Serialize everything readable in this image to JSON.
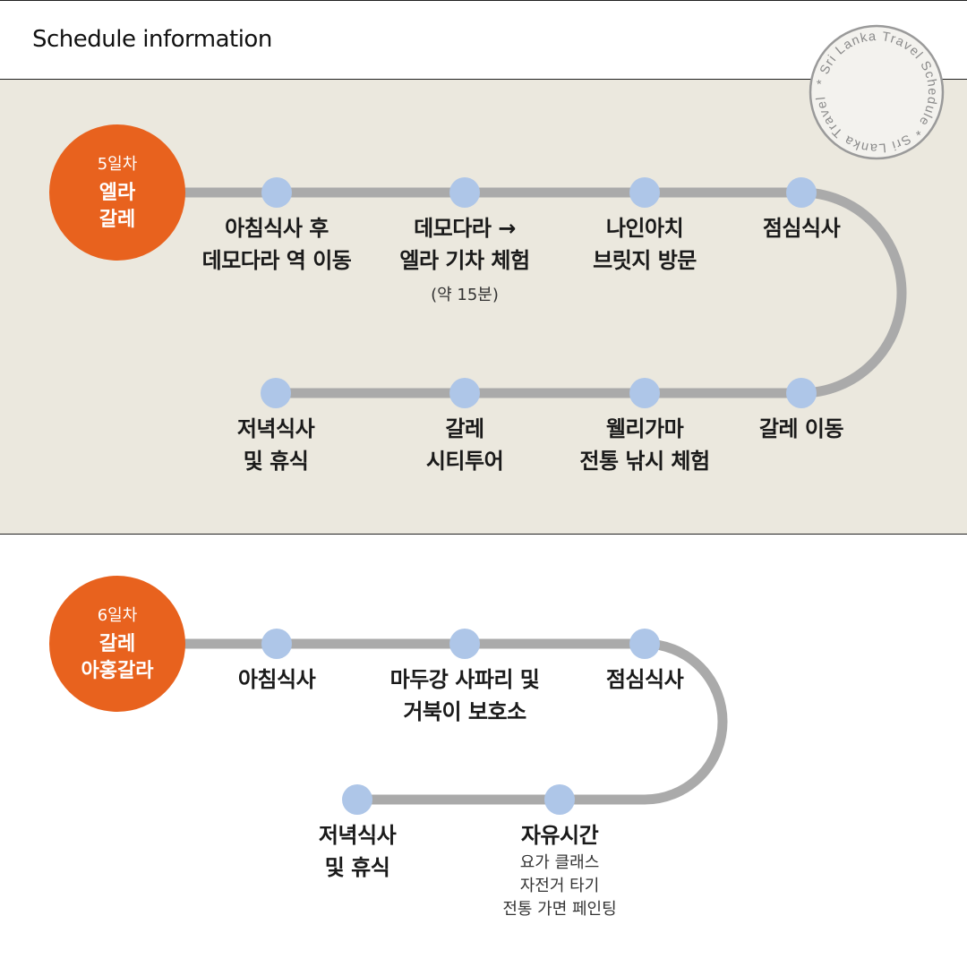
{
  "header": {
    "title": "Schedule information"
  },
  "stamp": {
    "text": "* Sri Lanka Travel Schedule * Sri Lanka Travel"
  },
  "colors": {
    "accent": "#e8621e",
    "node": "#aec6e8",
    "track": "#aaaaaa",
    "band": "#ebe8de"
  },
  "days": [
    {
      "day": "5일차",
      "place_lines": [
        "엘라",
        "갈레"
      ],
      "stops": [
        {
          "lines": [
            "아침식사 후",
            "데모다라 역 이동"
          ]
        },
        {
          "lines": [
            "데모다라 →",
            "엘라 기차 체험"
          ],
          "sub": [
            "(약 15분)"
          ]
        },
        {
          "lines": [
            "나인아치",
            "브릿지 방문"
          ]
        },
        {
          "lines": [
            "점심식사"
          ]
        },
        {
          "lines": [
            "갈레 이동"
          ]
        },
        {
          "lines": [
            "웰리가마",
            "전통 낚시 체험"
          ]
        },
        {
          "lines": [
            "갈레",
            "시티투어"
          ]
        },
        {
          "lines": [
            "저녁식사",
            "및 휴식"
          ]
        }
      ]
    },
    {
      "day": "6일차",
      "place_lines": [
        "갈레",
        "아홍갈라"
      ],
      "stops": [
        {
          "lines": [
            "아침식사"
          ]
        },
        {
          "lines": [
            "마두강 사파리 및",
            "거북이 보호소"
          ]
        },
        {
          "lines": [
            "점심식사"
          ]
        },
        {
          "lines": [
            "자유시간"
          ],
          "sub": [
            "요가 클래스",
            "자전거 타기",
            "전통 가면 페인팅"
          ]
        },
        {
          "lines": [
            "저녁식사",
            "및 휴식"
          ]
        }
      ]
    }
  ]
}
